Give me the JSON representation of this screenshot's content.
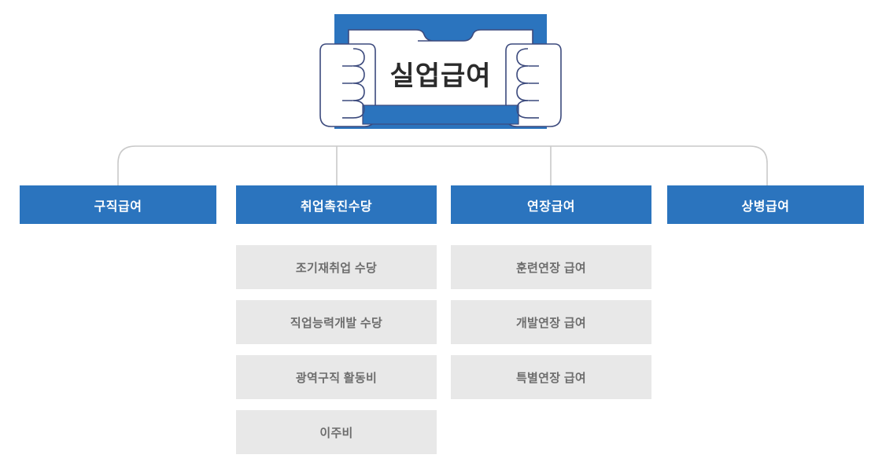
{
  "diagram": {
    "title": "실업급여",
    "root": {
      "label": "실업급여",
      "graphic": "hands-holding-sign"
    },
    "colors": {
      "primary_blue": "#2b74be",
      "secondary_gray": "#e8e8e8",
      "secondary_text": "#6d6d6d",
      "primary_text": "#ffffff",
      "root_text": "#2b2b2b",
      "connector_line": "#c9c9c9",
      "sign_outline": "#3c4a7d"
    },
    "branches": [
      {
        "label": "구직급여",
        "children": []
      },
      {
        "label": "취업촉진수당",
        "children": [
          {
            "label": "조기재취업 수당"
          },
          {
            "label": "직업능력개발 수당"
          },
          {
            "label": "광역구직 활동비"
          },
          {
            "label": "이주비"
          }
        ]
      },
      {
        "label": "연장급여",
        "children": [
          {
            "label": "훈련연장 급여"
          },
          {
            "label": "개발연장 급여"
          },
          {
            "label": "특별연장 급여"
          }
        ]
      },
      {
        "label": "상병급여",
        "children": []
      }
    ]
  }
}
